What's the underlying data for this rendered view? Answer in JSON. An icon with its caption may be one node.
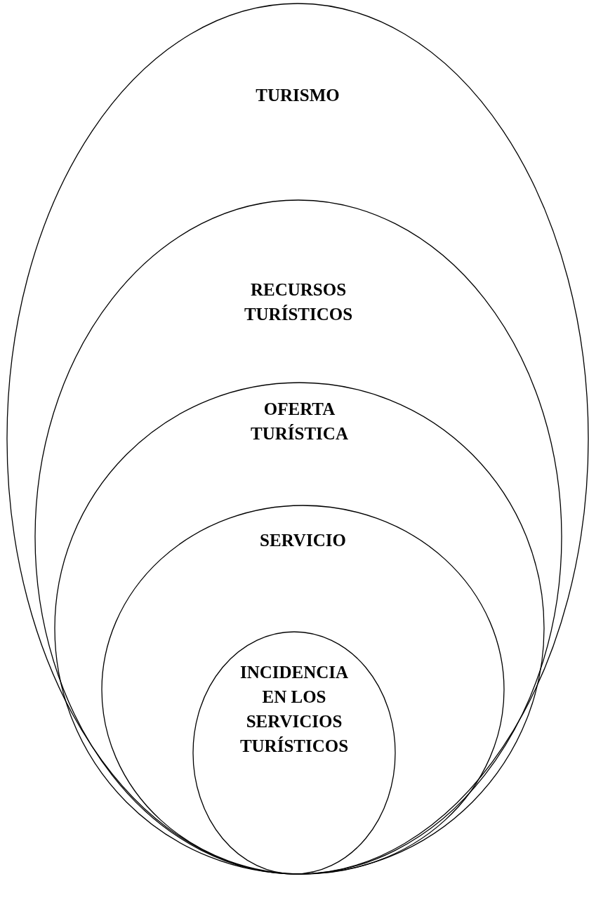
{
  "diagram": {
    "nodes": [
      {
        "text": [
          "TURISMO"
        ]
      },
      {
        "text": [
          "RECURSOS TURÍSTICOS"
        ],
        "in": 0
      },
      {
        "text": [
          "OFERTA TURÍSTICA"
        ],
        "in": 1
      },
      {
        "text": [
          "SERVICIO"
        ],
        "in": 2
      },
      {
        "text": [
          "INCIDENCIA EN LOS SERVICIOS TURÍSTICOS"
        ],
        "in": 3
      }
    ]
  }
}
